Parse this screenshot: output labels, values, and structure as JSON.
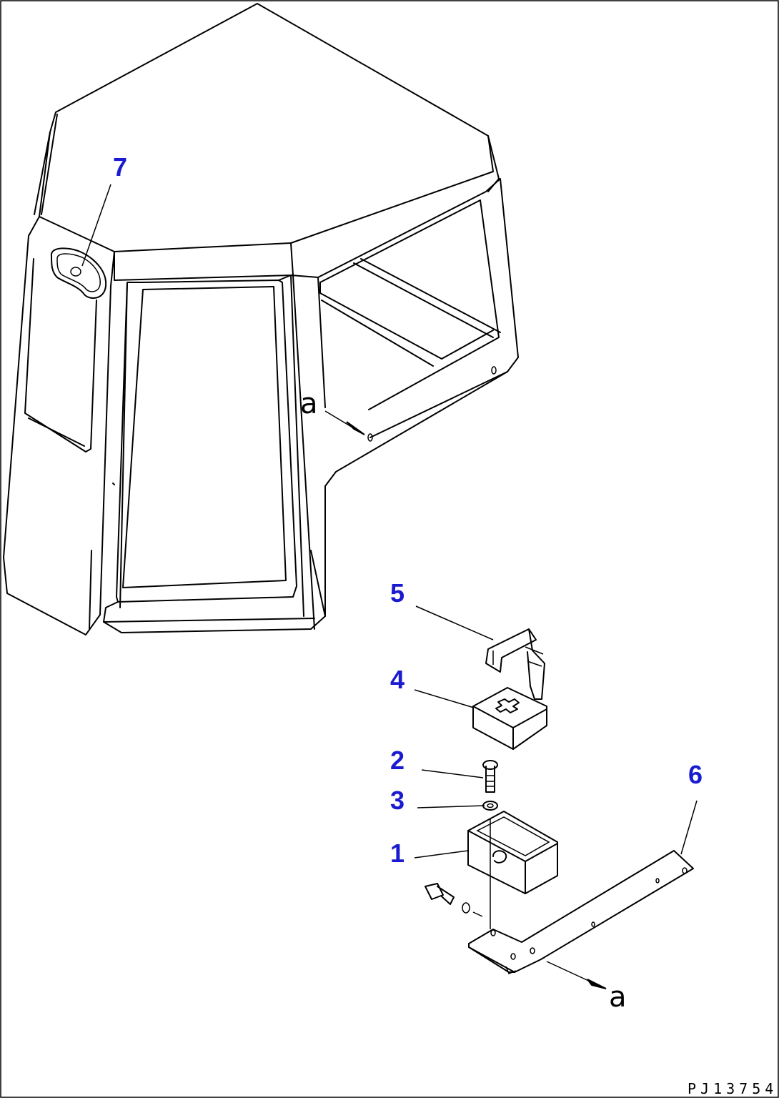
{
  "callouts": {
    "c1": "1",
    "c2": "2",
    "c3": "3",
    "c4": "4",
    "c5": "5",
    "c6": "6",
    "c7": "7"
  },
  "view_refs": {
    "upper": "a",
    "lower": "a"
  },
  "drawing_code": "PJ13754",
  "colors": {
    "callout": "#1a1ad0",
    "line": "#000000",
    "background": "#ffffff"
  }
}
